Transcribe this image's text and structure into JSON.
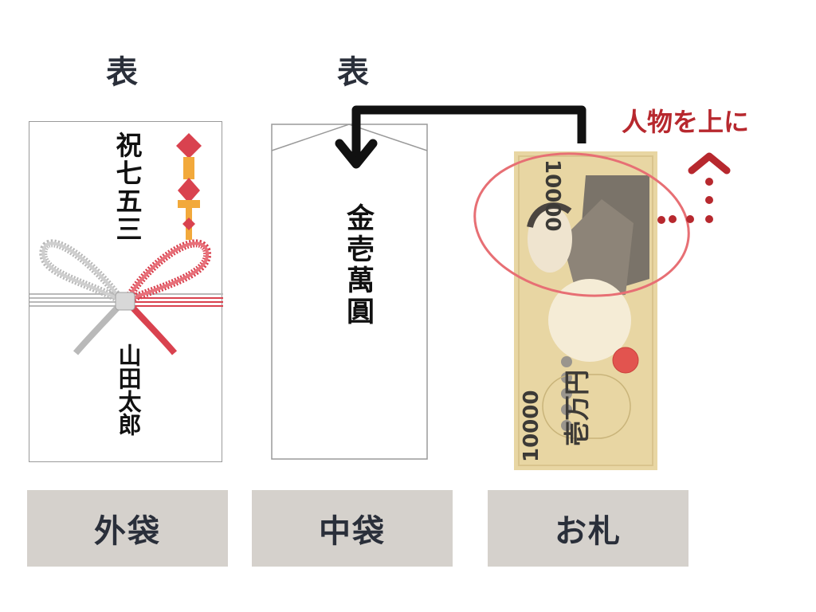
{
  "headers": {
    "left": "表",
    "middle": "表"
  },
  "outer_envelope": {
    "title": "祝七五三",
    "name": "山田太郎"
  },
  "inner_envelope": {
    "amount": "金壱萬圓"
  },
  "bill": {
    "denomination_top": "10000",
    "denomination_bottom": "10000",
    "kanji": "壱万円"
  },
  "note": "人物を上に",
  "captions": {
    "outer": "外袋",
    "inner": "中袋",
    "bill": "お札"
  },
  "colors": {
    "red_accent": "#b7282e",
    "mizuhiki_red": "#d9424f",
    "mizuhiki_silver": "#b9b9b9",
    "bill_base": "#e8d6a3",
    "caption_bg": "#d5d1cc",
    "text_dark": "#2a2f3a"
  }
}
